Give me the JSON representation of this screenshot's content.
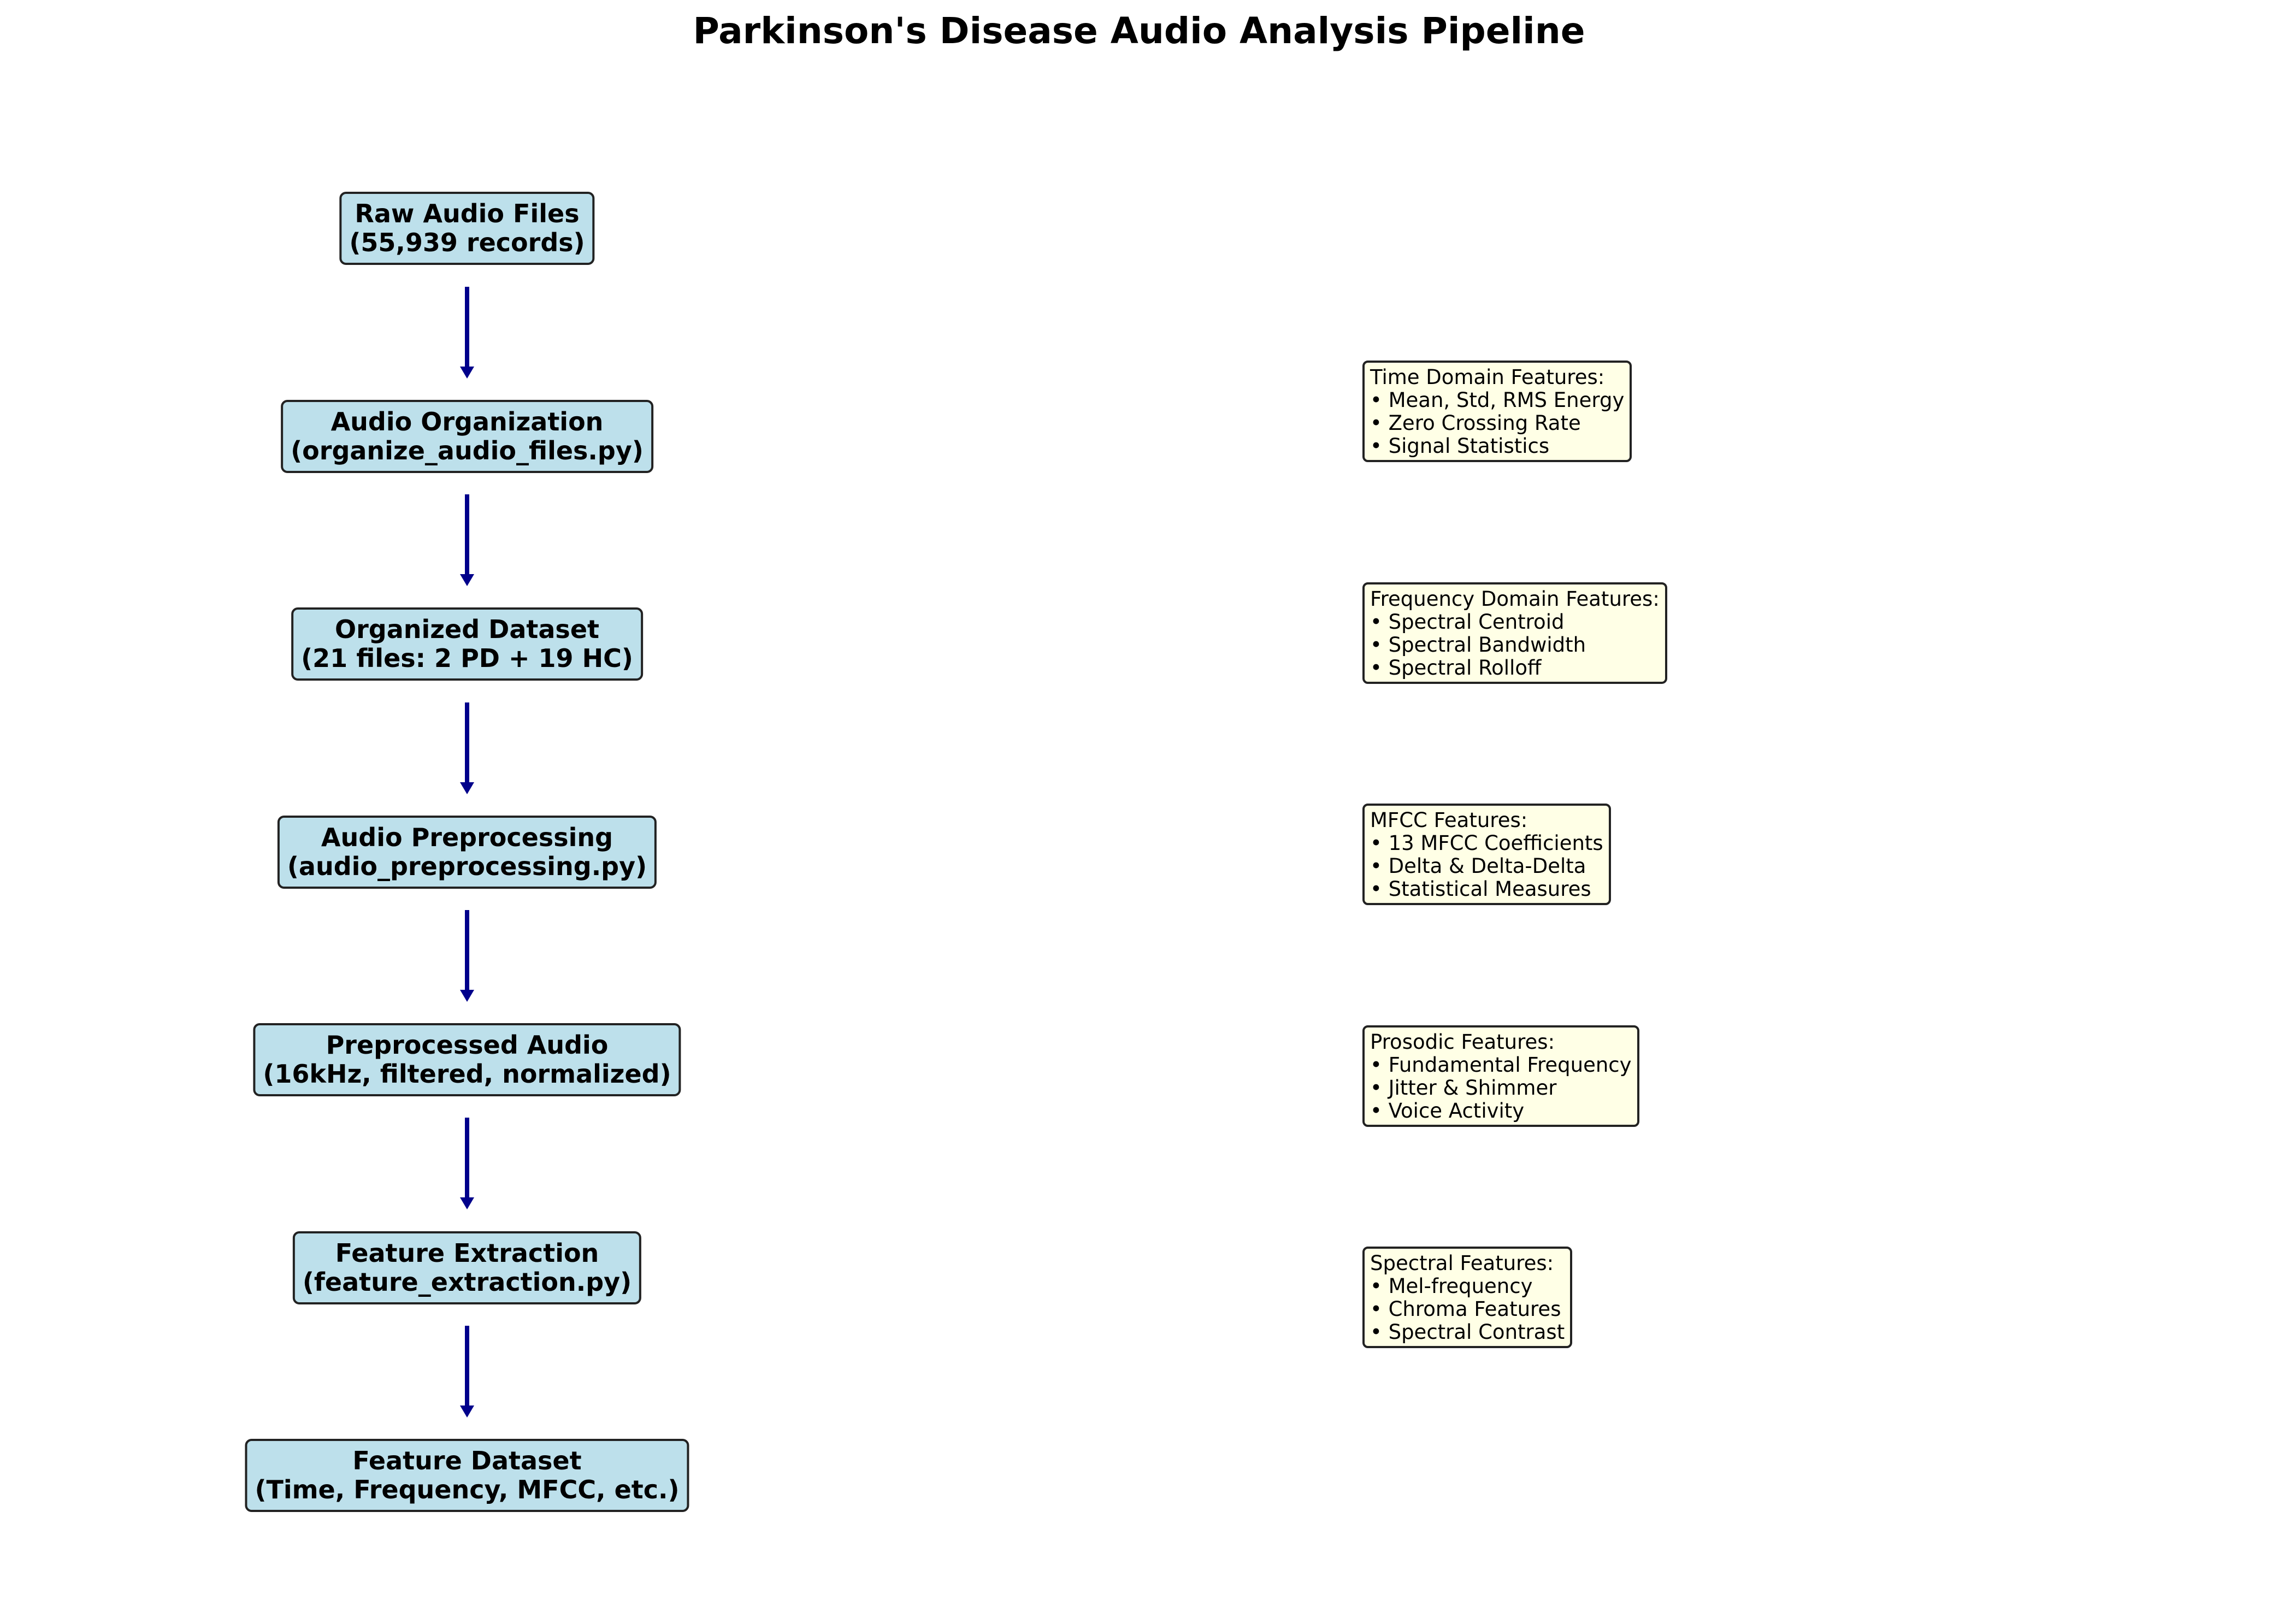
{
  "title": "Parkinson's Disease Audio Analysis Pipeline",
  "colors": {
    "step_fill": "#add8e6",
    "feature_fill": "#ffffe6",
    "arrow": "#00008b",
    "border": "#222222"
  },
  "steps": [
    {
      "line1": "Raw Audio Files",
      "line2": "(55,939 records)"
    },
    {
      "line1": "Audio Organization",
      "line2": "(organize_audio_files.py)"
    },
    {
      "line1": "Organized Dataset",
      "line2": "(21 files: 2 PD + 19 HC)"
    },
    {
      "line1": "Audio Preprocessing",
      "line2": "(audio_preprocessing.py)"
    },
    {
      "line1": "Preprocessed Audio",
      "line2": "(16kHz, filtered, normalized)"
    },
    {
      "line1": "Feature Extraction",
      "line2": "(feature_extraction.py)"
    },
    {
      "line1": "Feature Dataset",
      "line2": "(Time, Frequency, MFCC, etc.)"
    }
  ],
  "feature_boxes": [
    {
      "title": "Time Domain Features:",
      "items": [
        "• Mean, Std, RMS Energy",
        "• Zero Crossing Rate",
        "• Signal Statistics"
      ]
    },
    {
      "title": "Frequency Domain Features:",
      "items": [
        "• Spectral Centroid",
        "• Spectral Bandwidth",
        "• Spectral Rolloff"
      ]
    },
    {
      "title": "MFCC Features:",
      "items": [
        "• 13 MFCC Coefficients",
        "• Delta & Delta-Delta",
        "• Statistical Measures"
      ]
    },
    {
      "title": "Prosodic Features:",
      "items": [
        "• Fundamental Frequency",
        "• Jitter & Shimmer",
        "• Voice Activity"
      ]
    },
    {
      "title": "Spectral Features:",
      "items": [
        "• Mel-frequency",
        "• Chroma Features",
        "• Spectral Contrast"
      ]
    }
  ]
}
